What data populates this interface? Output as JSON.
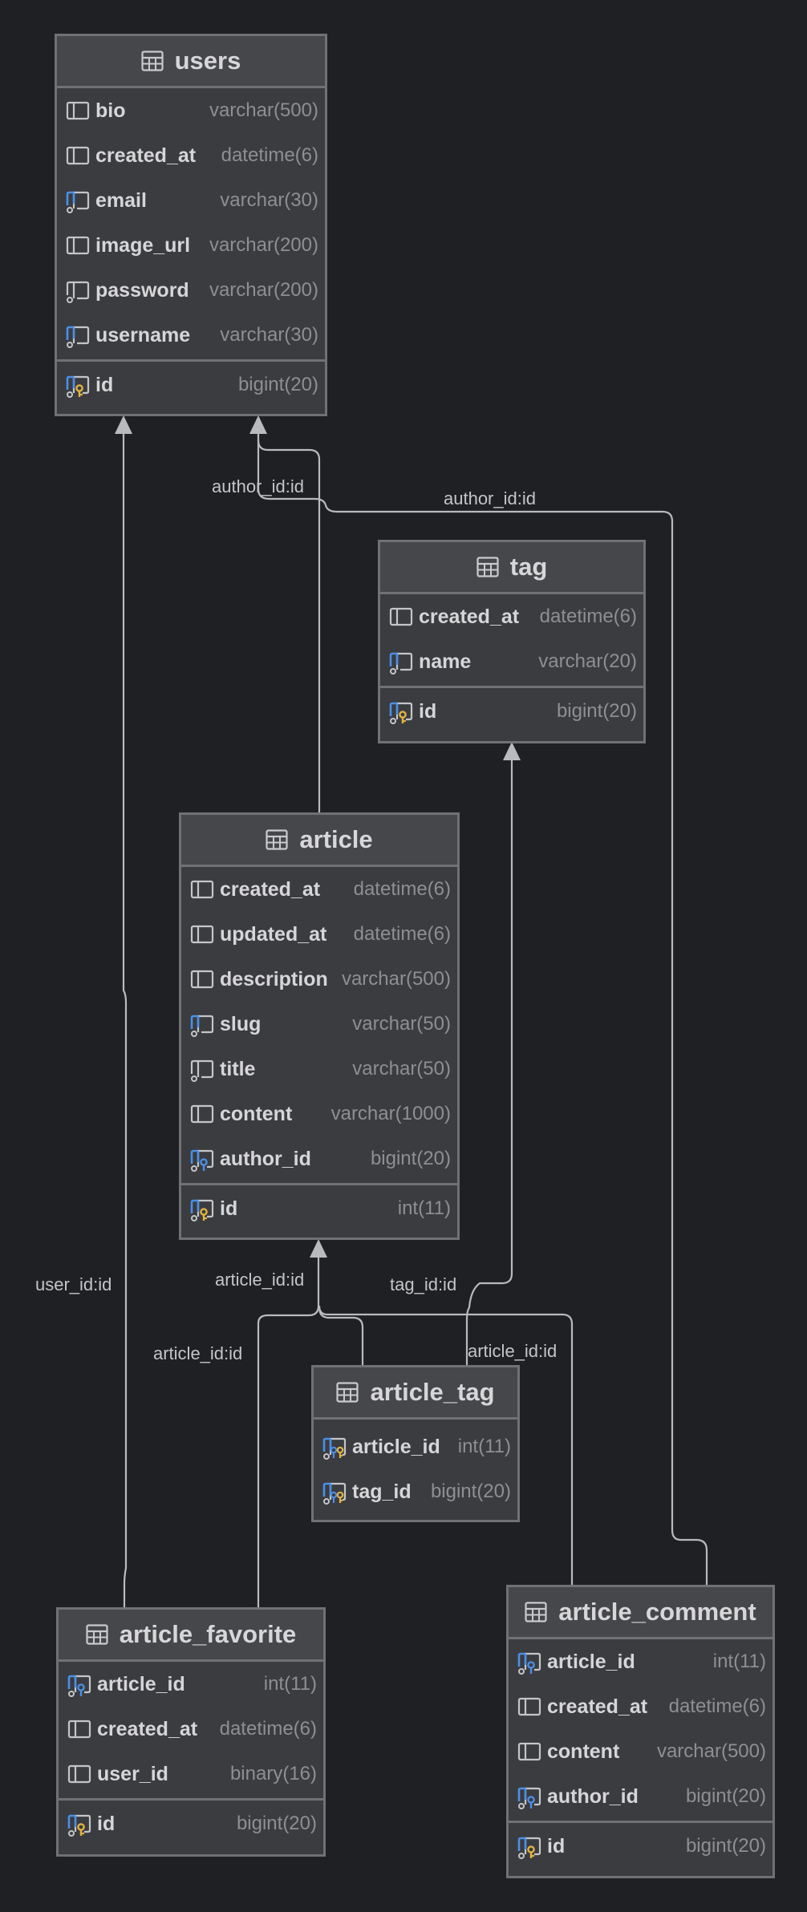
{
  "tables": {
    "users": {
      "name": "users",
      "columns": [
        {
          "name": "bio",
          "type": "varchar(500)",
          "icon": "column-icon"
        },
        {
          "name": "created_at",
          "type": "datetime(6)",
          "icon": "column-icon"
        },
        {
          "name": "email",
          "type": "varchar(30)",
          "icon": "unique-index-icon"
        },
        {
          "name": "image_url",
          "type": "varchar(200)",
          "icon": "column-icon"
        },
        {
          "name": "password",
          "type": "varchar(200)",
          "icon": "not-null-column-icon"
        },
        {
          "name": "username",
          "type": "varchar(30)",
          "icon": "unique-index-icon"
        }
      ],
      "primary": {
        "name": "id",
        "type": "bigint(20)",
        "icon": "primary-key-icon"
      }
    },
    "tag": {
      "name": "tag",
      "columns": [
        {
          "name": "created_at",
          "type": "datetime(6)",
          "icon": "column-icon"
        },
        {
          "name": "name",
          "type": "varchar(20)",
          "icon": "unique-index-icon"
        }
      ],
      "primary": {
        "name": "id",
        "type": "bigint(20)",
        "icon": "primary-key-icon"
      }
    },
    "article": {
      "name": "article",
      "columns": [
        {
          "name": "created_at",
          "type": "datetime(6)",
          "icon": "column-icon"
        },
        {
          "name": "updated_at",
          "type": "datetime(6)",
          "icon": "column-icon"
        },
        {
          "name": "description",
          "type": "varchar(500)",
          "icon": "column-icon"
        },
        {
          "name": "slug",
          "type": "varchar(50)",
          "icon": "unique-index-icon"
        },
        {
          "name": "title",
          "type": "varchar(50)",
          "icon": "not-null-column-icon"
        },
        {
          "name": "content",
          "type": "varchar(1000)",
          "icon": "column-icon"
        },
        {
          "name": "author_id",
          "type": "bigint(20)",
          "icon": "foreign-key-icon"
        }
      ],
      "primary": {
        "name": "id",
        "type": "int(11)",
        "icon": "primary-key-icon"
      }
    },
    "article_tag": {
      "name": "article_tag",
      "columns": [
        {
          "name": "article_id",
          "type": "int(11)",
          "icon": "primary-foreign-key-icon"
        },
        {
          "name": "tag_id",
          "type": "bigint(20)",
          "icon": "primary-foreign-key-icon"
        }
      ]
    },
    "article_favorite": {
      "name": "article_favorite",
      "columns": [
        {
          "name": "article_id",
          "type": "int(11)",
          "icon": "foreign-key-icon"
        },
        {
          "name": "created_at",
          "type": "datetime(6)",
          "icon": "column-icon"
        },
        {
          "name": "user_id",
          "type": "binary(16)",
          "icon": "column-icon"
        }
      ],
      "primary": {
        "name": "id",
        "type": "bigint(20)",
        "icon": "primary-key-icon"
      }
    },
    "article_comment": {
      "name": "article_comment",
      "columns": [
        {
          "name": "article_id",
          "type": "int(11)",
          "icon": "foreign-key-icon"
        },
        {
          "name": "created_at",
          "type": "datetime(6)",
          "icon": "column-icon"
        },
        {
          "name": "content",
          "type": "varchar(500)",
          "icon": "column-icon"
        },
        {
          "name": "author_id",
          "type": "bigint(20)",
          "icon": "foreign-key-icon"
        }
      ],
      "primary": {
        "name": "id",
        "type": "bigint(20)",
        "icon": "primary-key-icon"
      }
    }
  },
  "edges": {
    "favorite_user": "user_id:id",
    "article_author": "author_id:id",
    "comment_author": "author_id:id",
    "favorite_article": "article_id:id",
    "tag_article": "article_id:id",
    "tag_tag": "tag_id:id",
    "comment_article": "article_id:id"
  },
  "colors": {
    "background": "#1f2024",
    "table_border": "#707174",
    "table_header": "#46474a",
    "table_body": "#3b3c3f",
    "edge": "#b9babd",
    "key_gold": "#e3b341",
    "index_blue": "#4a8fe8"
  }
}
